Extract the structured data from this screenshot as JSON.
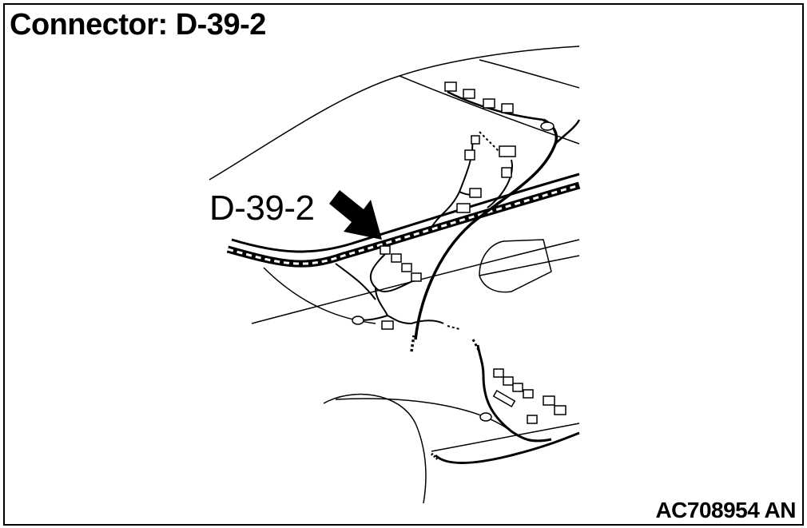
{
  "diagram": {
    "title": "Connector: D-39-2",
    "callout_label": "D-39-2",
    "figure_id": "AC708954 AN"
  }
}
